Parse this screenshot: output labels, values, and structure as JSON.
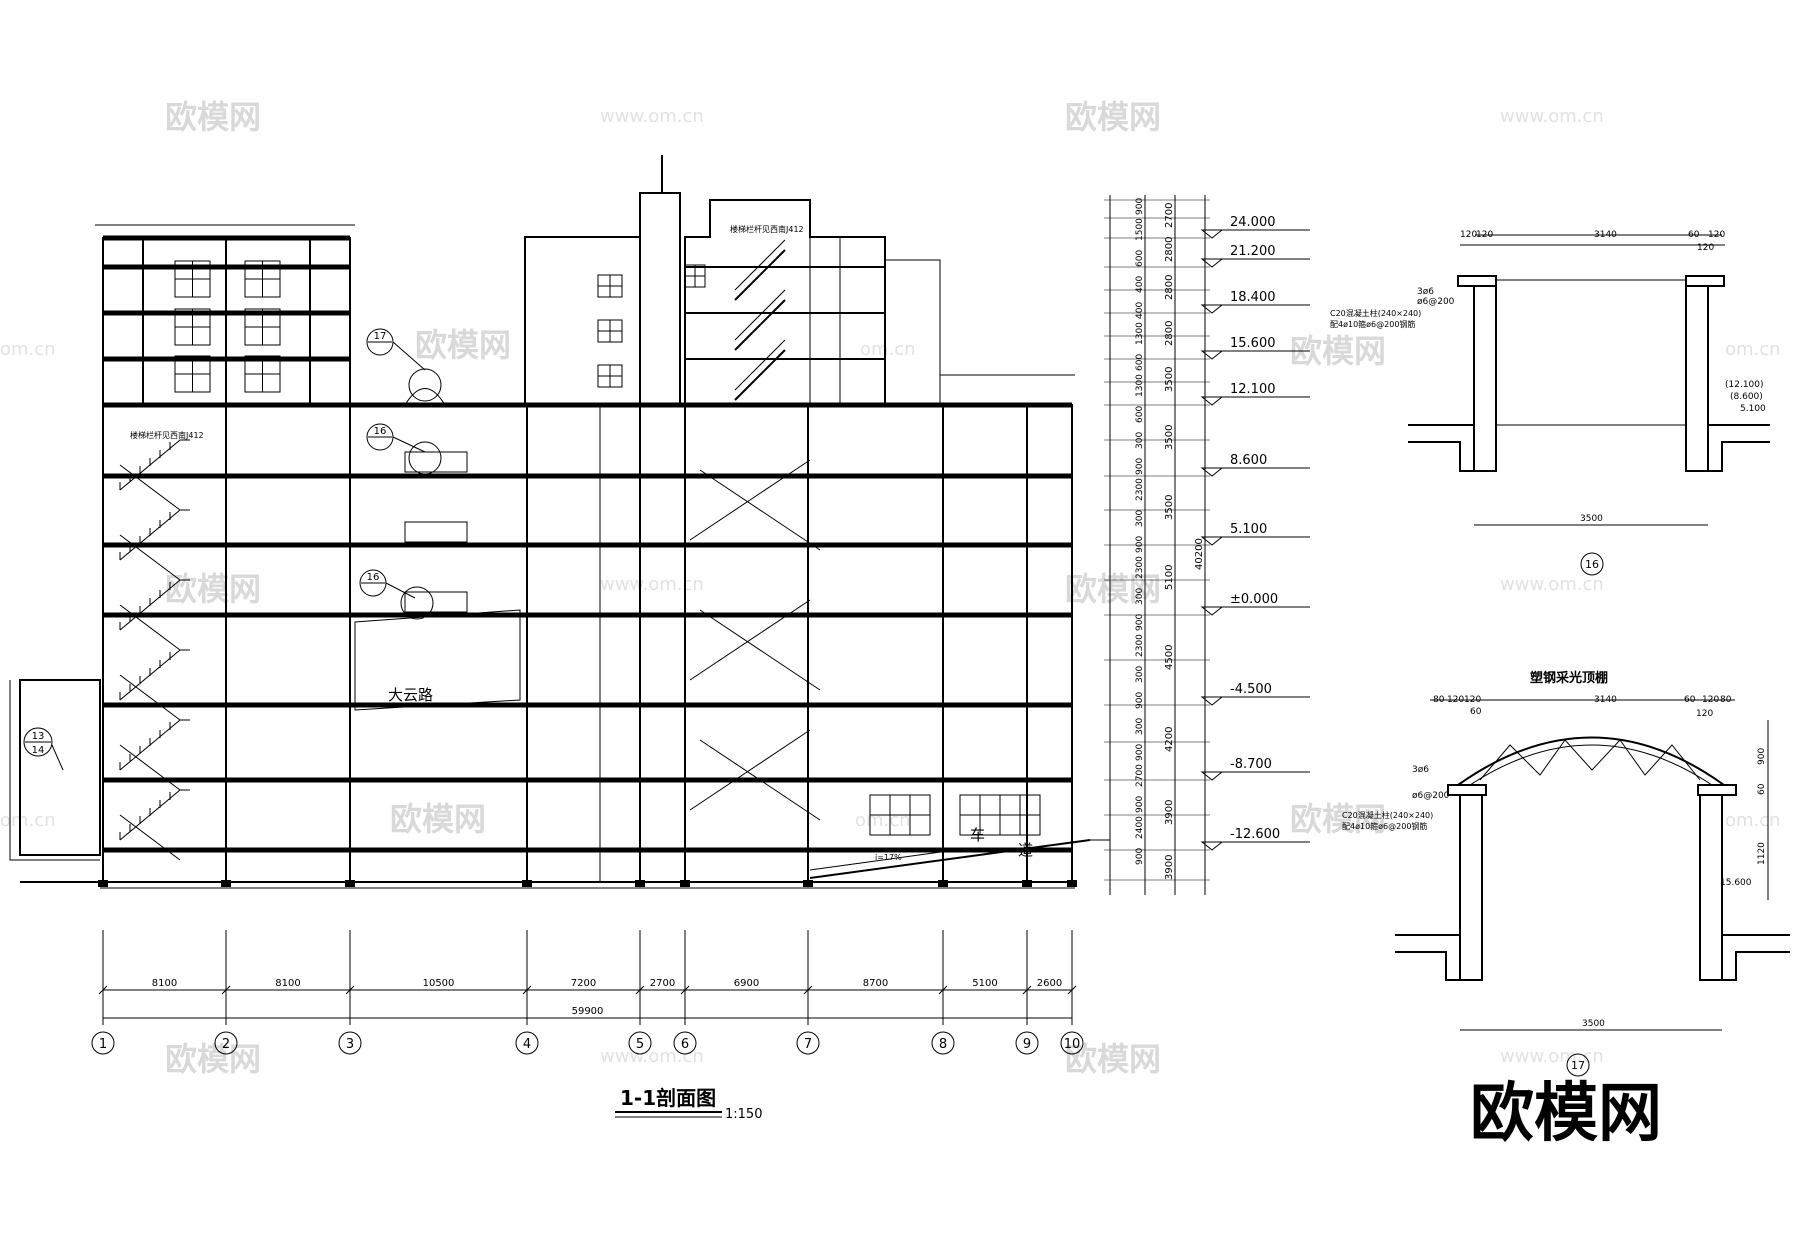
{
  "watermarks": {
    "brand": "欧模网",
    "site": "www.om.cn",
    "site_short": "om.cn"
  },
  "logo": {
    "text": "欧模网"
  },
  "section": {
    "title": "1-1剖面图",
    "scale": "1:150",
    "labels": {
      "road": "大云路",
      "ramp_left": "车",
      "ramp_right": "道",
      "slope": "i=17%"
    },
    "railing_note_1": "楼梯栏杆见西南J412",
    "railing_note_2": "楼梯栏杆见西南J412",
    "callouts": {
      "c16a": "16",
      "c16b": "16",
      "c17": "17",
      "c13": "13",
      "c14": "14"
    },
    "spans": [
      "8100",
      "8100",
      "10500",
      "7200",
      "2700",
      "6900",
      "8700",
      "5100",
      "2600"
    ],
    "total_span": "59900",
    "axes": [
      "1",
      "2",
      "3",
      "4",
      "5",
      "6",
      "7",
      "8",
      "9",
      "10"
    ],
    "elevations": [
      "24.000",
      "21.200",
      "18.400",
      "15.600",
      "12.100",
      "8.600",
      "5.100",
      "±0.000",
      "-4.500",
      "-8.700",
      "-12.600"
    ],
    "storey_heights": [
      "2700",
      "2800",
      "2800",
      "2800",
      "3500",
      "3500",
      "3500",
      "5100",
      "4500",
      "4200",
      "3900",
      "3900"
    ],
    "total_height": "40200",
    "vertical_details": [
      "900",
      "1500",
      "600",
      "400",
      "400",
      "1300",
      "600",
      "1300",
      "600",
      "300",
      "900",
      "2300",
      "300",
      "900",
      "2300",
      "300",
      "900",
      "2300",
      "300",
      "900",
      "300",
      "900",
      "2700",
      "900",
      "2400",
      "900"
    ]
  },
  "detail16": {
    "callout": "16",
    "top_dims": [
      "120",
      "120",
      "3140",
      "60",
      "120"
    ],
    "sub_dim": "120",
    "bottom_dim": "3500",
    "rebar_a": "3ø6",
    "rebar_b": "ø6@200",
    "note_1": "C20混凝土柱(240×240)",
    "note_2": "配4ø10箍ø6@200钢筋",
    "elev_1": "(12.100)",
    "elev_2": "(8.600)",
    "elev_3": "5.100"
  },
  "detail17": {
    "callout": "17",
    "title": "塑钢采光顶棚",
    "top_dims": [
      "80",
      "120",
      "120",
      "3140",
      "60",
      "120",
      "80"
    ],
    "sub_dim_a": "60",
    "sub_dim_b": "120",
    "bottom_dim": "3500",
    "rebar_a": "3ø6",
    "rebar_b": "ø6@200",
    "note_1": "C20混凝土柱(240×240)",
    "note_2": "配4ø10箍ø6@200钢筋",
    "side_dims": [
      "900",
      "60",
      "1120"
    ],
    "elev": "15.600"
  }
}
